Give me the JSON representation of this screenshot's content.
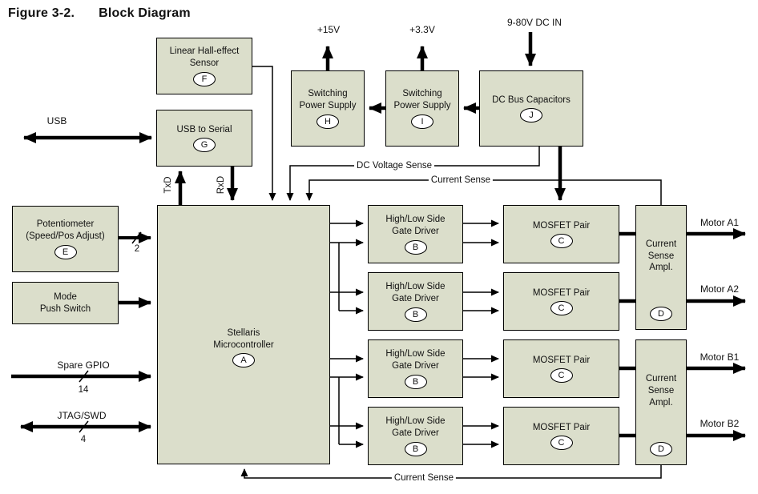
{
  "title": {
    "figure": "Figure 3-2.",
    "text": "Block Diagram"
  },
  "colors": {
    "page_bg": "#ffffff",
    "block_fill": "#dbdecb",
    "block_border": "#000000",
    "line_color": "#000000",
    "text_color": "#111111"
  },
  "blocks": {
    "hall_sensor": {
      "label": "Linear Hall-effect\nSensor",
      "badge": "F"
    },
    "usb_to_serial": {
      "label": "USB to Serial",
      "badge": "G"
    },
    "psu_15v": {
      "label": "Switching\nPower Supply",
      "badge": "H"
    },
    "psu_3v3": {
      "label": "Switching\nPower Supply",
      "badge": "I"
    },
    "dc_bus_caps": {
      "label": "DC Bus Capacitors",
      "badge": "J"
    },
    "potentiometer": {
      "label": "Potentiometer\n(Speed/Pos Adjust)",
      "badge": "E"
    },
    "mode_switch": {
      "label": "Mode\nPush Switch"
    },
    "mcu": {
      "label": "Stellaris\nMicrocontroller",
      "badge": "A"
    },
    "gate_drivers": [
      {
        "label": "High/Low Side\nGate Driver",
        "badge": "B"
      },
      {
        "label": "High/Low Side\nGate Driver",
        "badge": "B"
      },
      {
        "label": "High/Low Side\nGate Driver",
        "badge": "B"
      },
      {
        "label": "High/Low Side\nGate Driver",
        "badge": "B"
      }
    ],
    "mosfet_pairs": [
      {
        "label": "MOSFET Pair",
        "badge": "C"
      },
      {
        "label": "MOSFET Pair",
        "badge": "C"
      },
      {
        "label": "MOSFET Pair",
        "badge": "C"
      },
      {
        "label": "MOSFET Pair",
        "badge": "C"
      }
    ],
    "current_sense_amps": [
      {
        "label": "Current\nSense\nAmpl.",
        "badge": "D"
      },
      {
        "label": "Current\nSense\nAmpl.",
        "badge": "D"
      }
    ]
  },
  "labels": {
    "usb": "USB",
    "txd": "TxD",
    "rxd": "RxD",
    "plus_15v": "+15V",
    "plus_3v3": "+3.3V",
    "dc_in": "9-80V DC IN",
    "dc_voltage_sense": "DC Voltage Sense",
    "current_sense_top": "Current Sense",
    "current_sense_bottom": "Current Sense",
    "spare_gpio": "Spare GPIO",
    "jtag_swd": "JTAG/SWD"
  },
  "buses": {
    "potentiometer_width": "2",
    "spare_gpio_width": "14",
    "jtag_swd_width": "4"
  },
  "motors": [
    {
      "label": "Motor A1"
    },
    {
      "label": "Motor A2"
    },
    {
      "label": "Motor B1"
    },
    {
      "label": "Motor B2"
    }
  ]
}
